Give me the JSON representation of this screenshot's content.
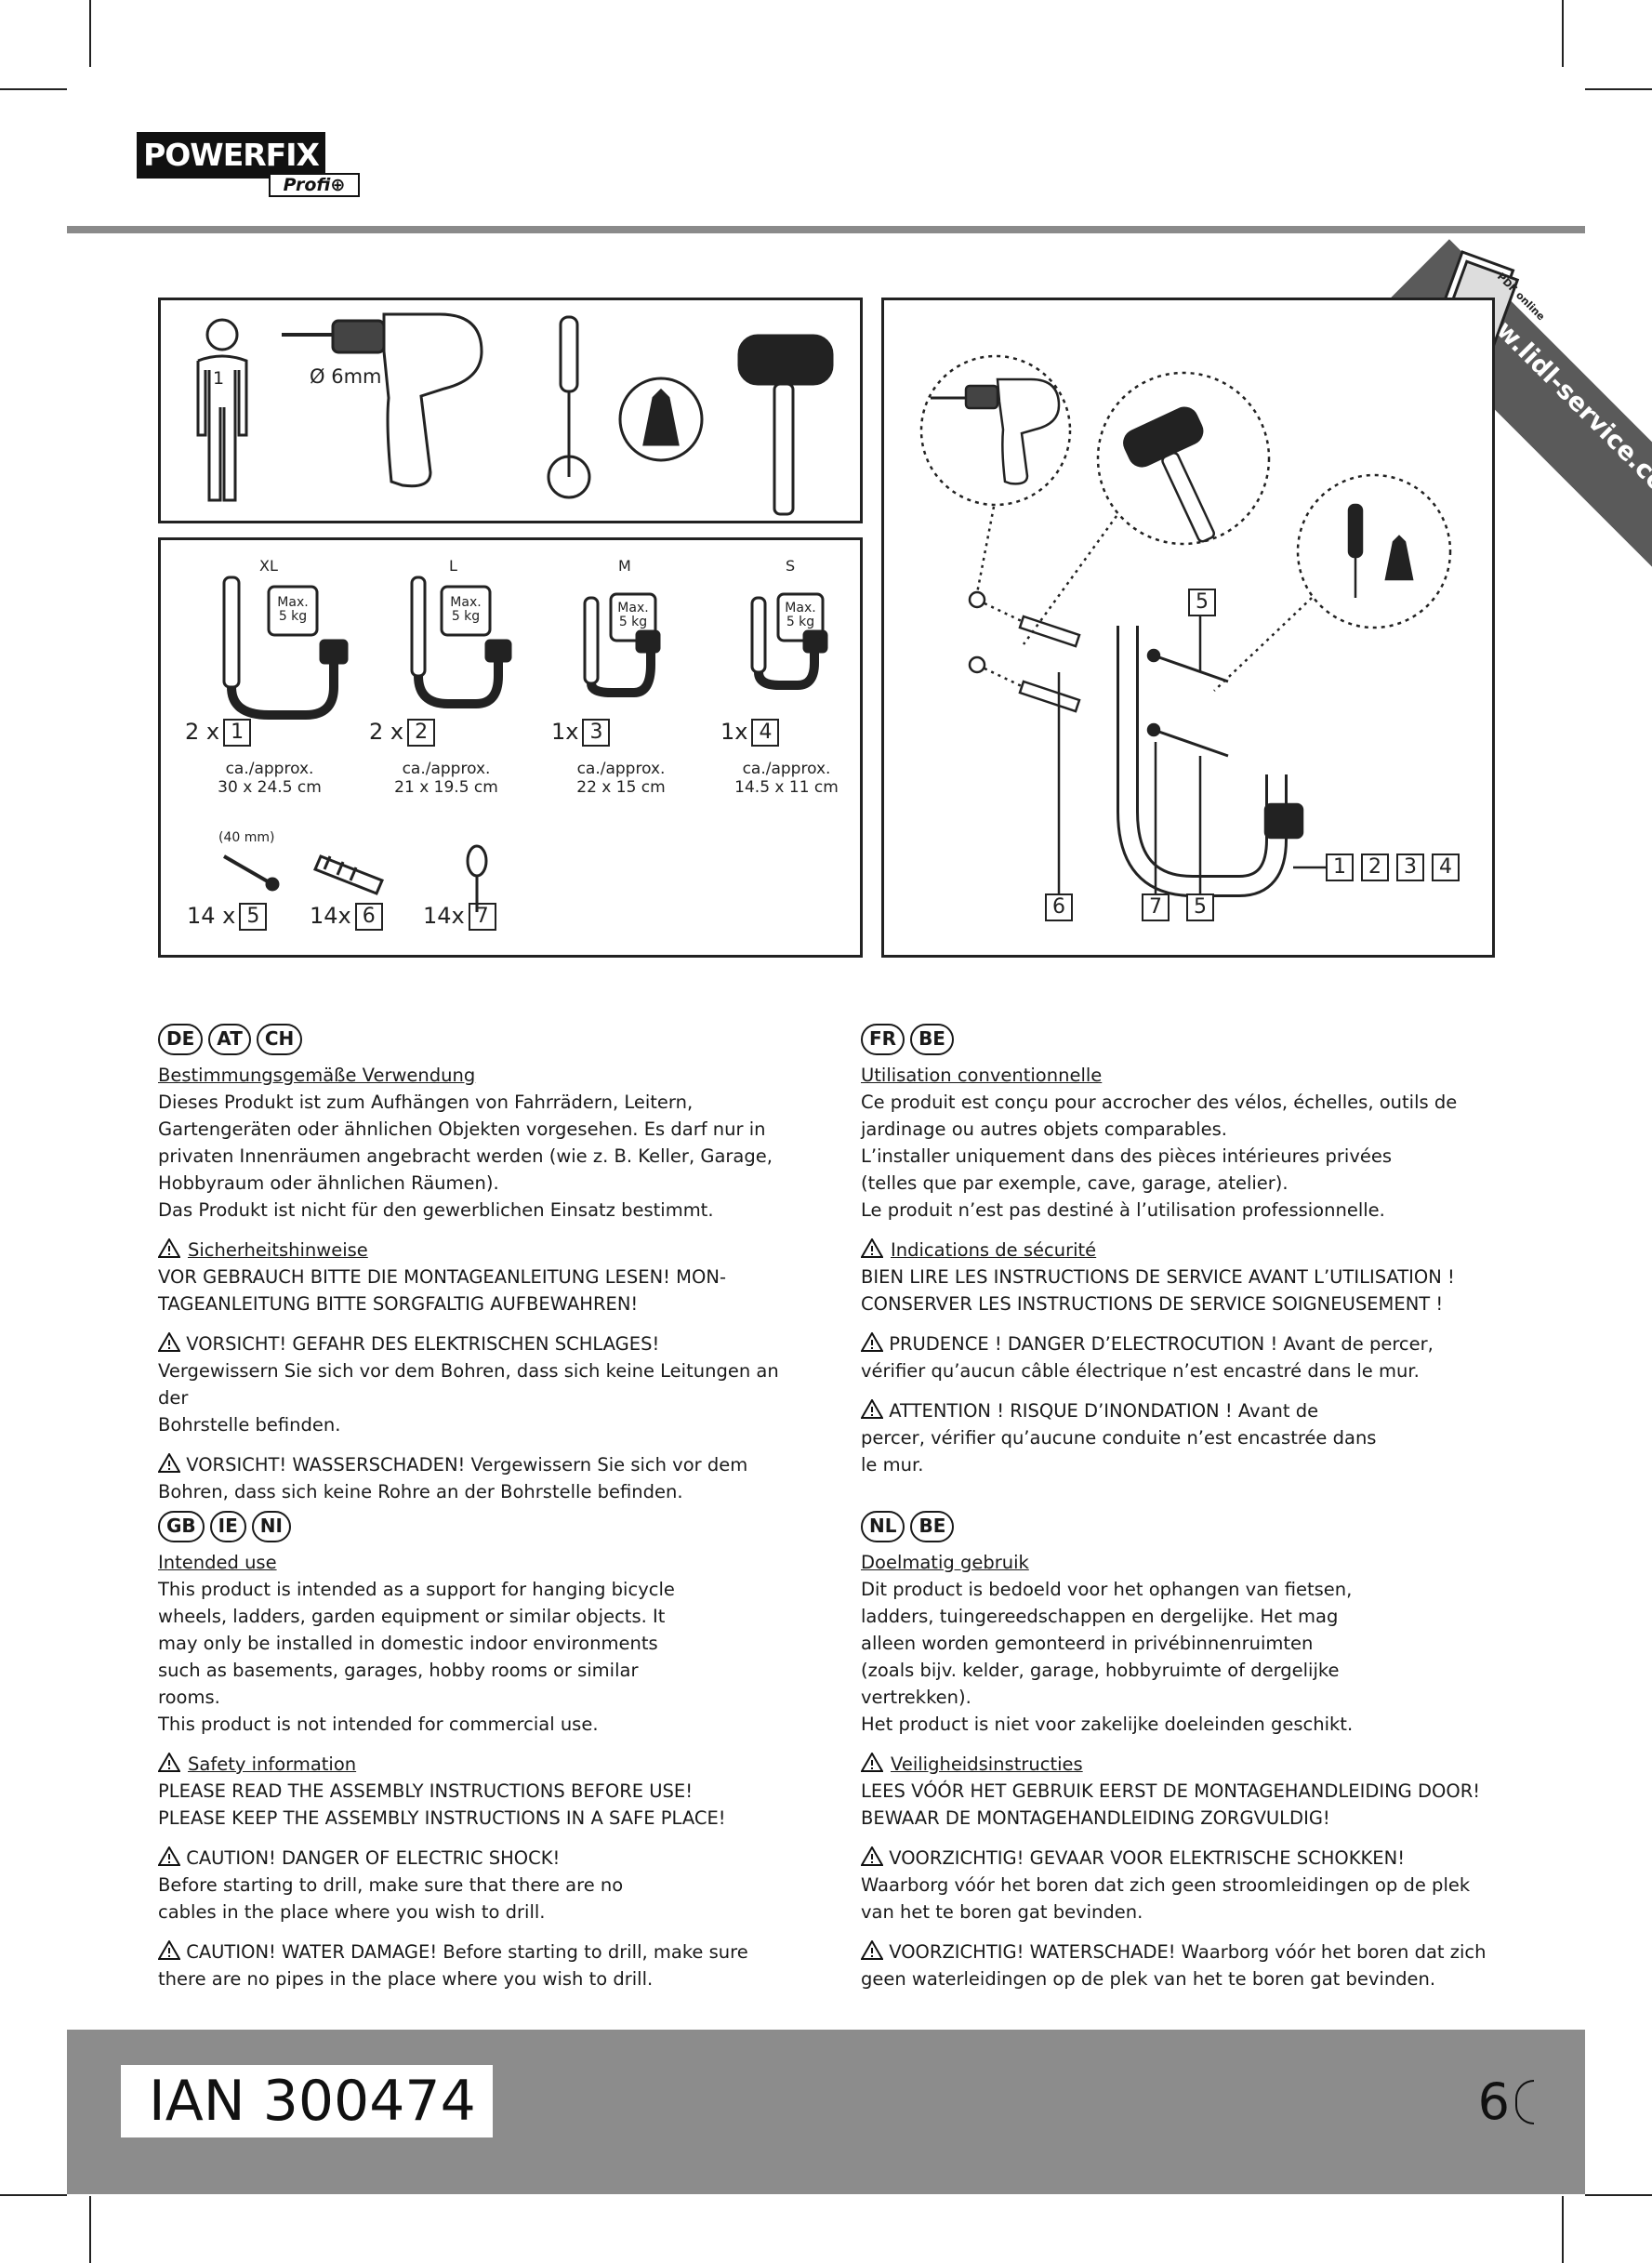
{
  "brand": {
    "name": "POWERFIX",
    "sub": "Profi⊕"
  },
  "banner": {
    "url": "www.lidl-service.com",
    "icon_label": "PDF online"
  },
  "tools": {
    "persons": "1",
    "drill_size": "Ø 6mm"
  },
  "parts": {
    "hooks": [
      {
        "size": "XL",
        "qty": "2 x",
        "num": "1",
        "approx": "ca./approx.",
        "dims": "30 x 24.5 cm",
        "max": "Max.",
        "kg": "5 kg"
      },
      {
        "size": "L",
        "qty": "2 x",
        "num": "2",
        "approx": "ca./approx.",
        "dims": "21 x 19.5 cm",
        "max": "Max.",
        "kg": "5 kg"
      },
      {
        "size": "M",
        "qty": "1x",
        "num": "3",
        "approx": "ca./approx.",
        "dims": "22 x 15 cm",
        "max": "Max.",
        "kg": "5 kg"
      },
      {
        "size": "S",
        "qty": "1x",
        "num": "4",
        "approx": "ca./approx.",
        "dims": "14.5 x 11 cm",
        "max": "Max.",
        "kg": "5 kg"
      }
    ],
    "screw_length": "(40 mm)",
    "hardware": [
      {
        "qty": "14 x",
        "num": "5"
      },
      {
        "qty": "14x",
        "num": "6"
      },
      {
        "qty": "14x",
        "num": "7"
      }
    ]
  },
  "assembly": {
    "callouts": [
      "5",
      "1",
      "2",
      "3",
      "4",
      "6",
      "7",
      "5"
    ]
  },
  "de": {
    "badges": [
      "DE",
      "AT",
      "CH"
    ],
    "intended_title": "Bestimmungsgemäße Verwendung",
    "intended_lines": [
      "Dieses Produkt ist zum Aufhängen von Fahrrädern, Leitern,",
      "Gartengeräten oder ähnlichen Objekten vorgesehen. Es darf nur in",
      "privaten Innenräumen angebracht werden (wie z. B. Keller, Garage,",
      "Hobbyraum oder ähnlichen Räumen).",
      "Das Produkt ist nicht für den gewerblichen Einsatz bestimmt."
    ],
    "safety_title": "Sicherheitshinweise",
    "safety_lines": [
      "VOR GEBRAUCH BITTE DIE MONTAGEANLEITUNG LESEN! MON-",
      "TAGEANLEITUNG BITTE SORGFALTIG AUFBEWAHREN!"
    ],
    "warn1_lines": [
      "VORSICHT! GEFAHR DES ELEKTRISCHEN SCHLAGES!",
      "Vergewissern Sie sich vor dem Bohren, dass sich keine Leitungen an der",
      "Bohrstelle befinden."
    ],
    "warn2_lines": [
      "VORSICHT! WASSERSCHADEN! Vergewissern  Sie sich vor dem",
      "Bohren, dass sich keine Rohre an der Bohrstelle befinden."
    ]
  },
  "fr": {
    "badges": [
      "FR",
      "BE"
    ],
    "intended_title": "Utilisation conventionnelle",
    "intended_lines": [
      "Ce produit est conçu pour accrocher des vélos, échelles, outils de",
      "jardinage ou autres objets comparables.",
      "L’installer uniquement dans des pièces intérieures privées",
      "(telles que par exemple, cave, garage, atelier).",
      "Le produit n’est pas destiné à l’utilisation professionnelle."
    ],
    "safety_title": "Indications de sécurité",
    "safety_lines": [
      "BIEN LIRE LES INSTRUCTIONS DE SERVICE AVANT L’UTILISATION !",
      "CONSERVER LES INSTRUCTIONS DE SERVICE SOIGNEUSEMENT !"
    ],
    "warn1_lines": [
      "PRUDENCE ! DANGER D’ELECTROCUTION ! Avant de percer,",
      "vérifier qu’aucun câble électrique n’est encastré dans le mur."
    ],
    "warn2_lines": [
      "ATTENTION ! RISQUE D’INONDATION ! Avant de",
      "percer, vérifier qu’aucune conduite n’est encastrée dans",
      "le mur."
    ]
  },
  "gb": {
    "badges": [
      "GB",
      "IE",
      "NI"
    ],
    "intended_title": "Intended use",
    "intended_lines": [
      "This product is intended as a support for hanging bicycle",
      "wheels, ladders, garden equipment or similar objects. It",
      "may only be installed in domestic indoor environments",
      "such as basements, garages, hobby rooms or similar",
      "rooms.",
      "This product is not intended for commercial use."
    ],
    "safety_title": "Safety information",
    "safety_lines": [
      "PLEASE READ THE ASSEMBLY INSTRUCTIONS BEFORE USE!",
      "PLEASE KEEP THE ASSEMBLY INSTRUCTIONS IN A SAFE PLACE!"
    ],
    "warn1_lines": [
      "CAUTION! DANGER OF ELECTRIC SHOCK!",
      "Before starting to drill, make sure that there are no",
      "cables in the place where you wish to drill."
    ],
    "warn2_lines": [
      "CAUTION! WATER DAMAGE! Before starting to drill, make sure",
      "there are no pipes in the place where you wish to drill."
    ]
  },
  "nl": {
    "badges": [
      "NL",
      "BE"
    ],
    "intended_title": "Doelmatig gebruik",
    "intended_lines": [
      "Dit product is bedoeld voor het ophangen van fietsen,",
      "ladders, tuingereedschappen en dergelijke. Het mag",
      "alleen worden gemonteerd in privébinnenruimten",
      "(zoals bijv. kelder, garage, hobbyruimte of dergelijke",
      "vertrekken).",
      "Het product is niet voor zakelijke doeleinden geschikt."
    ],
    "safety_title": "Veiligheidsinstructies",
    "safety_lines": [
      "LEES VÓÓR HET GEBRUIK EERST DE MONTAGEHANDLEIDING DOOR!",
      "BEWAAR DE MONTAGEHANDLEIDING ZORGVULDIG!"
    ],
    "warn1_lines": [
      "VOORZICHTIG! GEVAAR VOOR ELEKTRISCHE SCHOKKEN!",
      "Waarborg vóór het boren dat zich geen stroomleidingen op de plek",
      "van het te boren gat bevinden."
    ],
    "warn2_lines": [
      "VOORZICHTIG! WATERSCHADE! Waarborg vóór het boren dat zich",
      "geen waterleidingen op de plek van het te boren gat bevinden."
    ]
  },
  "footer": {
    "ian": "IAN 300474",
    "page": "6"
  }
}
